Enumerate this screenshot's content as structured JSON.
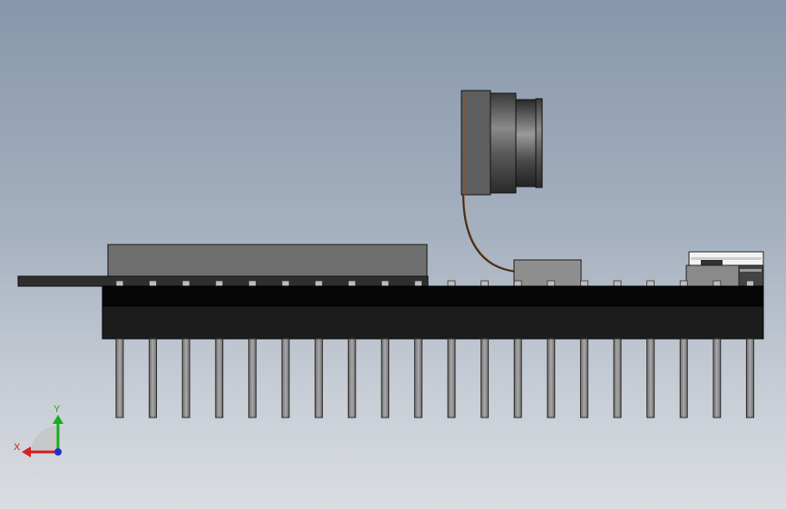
{
  "viewport": {
    "background_top": "#8797ab",
    "background_bottom": "#dadde2"
  },
  "model": {
    "pin_count": 20,
    "pad_count": 20,
    "colors": {
      "board": "#000000",
      "header": "#1a1a1a",
      "pin": "#8a8a8a",
      "pin_outline": "#2a2a2a",
      "module": "#6a6a6a",
      "camera_body": "#4a4a4a",
      "flex_cable": "#5a3a1a",
      "connector": "#8e8e8e"
    }
  },
  "triad": {
    "x_label": "X",
    "y_label": "Y",
    "x_color": "#d42020",
    "y_color": "#18b018",
    "z_color": "#2030d0"
  }
}
